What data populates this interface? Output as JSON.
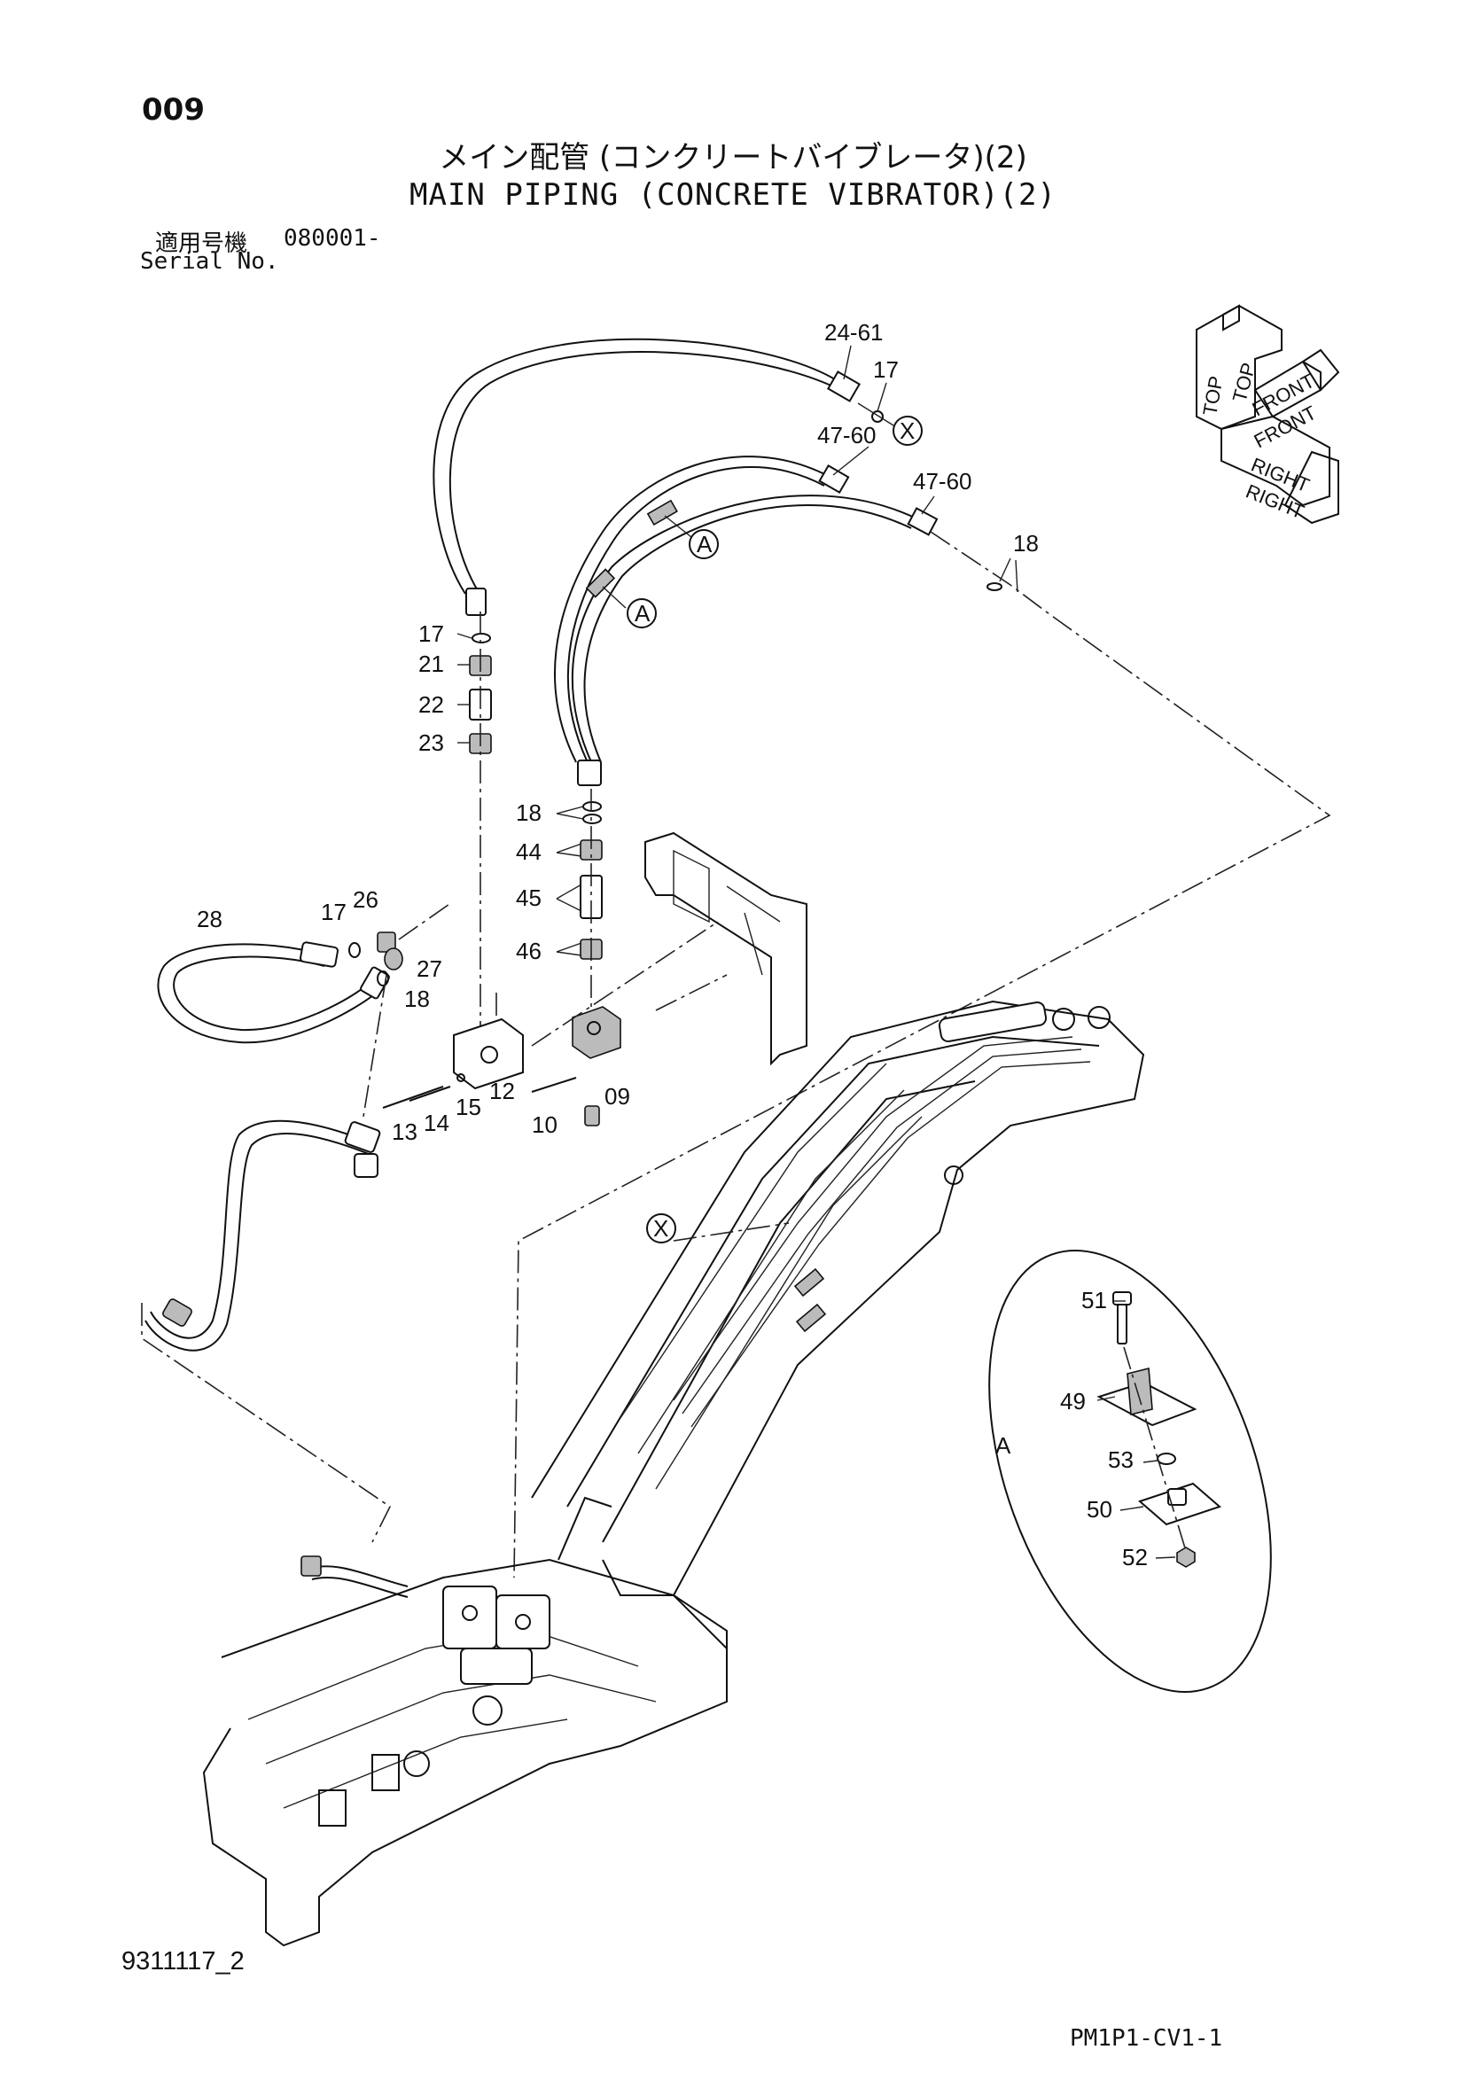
{
  "header": {
    "page_code": "009",
    "title_jp": "メイン配管 (コンクリートバイブレータ)(2)",
    "title_en": "MAIN PIPING (CONCRETE VIBRATOR)(2)",
    "serial_label_jp": "適用号機",
    "serial_value": "080001-",
    "serial_label_en": "Serial No."
  },
  "orientation_cube": {
    "top": "TOP",
    "front": "FRONT",
    "right": "RIGHT"
  },
  "callouts": {
    "p24_61": "24-61",
    "p17a": "17",
    "x_top": "X",
    "p47_60a": "47-60",
    "p47_60b": "47-60",
    "a1": "A",
    "a2": "A",
    "p18a": "18",
    "p17b": "17",
    "p21": "21",
    "p22": "22",
    "p23": "23",
    "p18b": "18",
    "p44": "44",
    "p45": "45",
    "p46": "46",
    "p28": "28",
    "p17c": "17",
    "p26": "26",
    "p27": "27",
    "p18c": "18",
    "p12": "12",
    "p09": "09",
    "p13": "13",
    "p14": "14",
    "p15": "15",
    "p10": "10",
    "x_bottom": "X"
  },
  "detail_a": {
    "label": "A",
    "p51": "51",
    "p49": "49",
    "p53": "53",
    "p50": "50",
    "p52": "52"
  },
  "footer": {
    "drawing_id": "9311117_2",
    "page_id": "PM1P1-CV1-1"
  }
}
